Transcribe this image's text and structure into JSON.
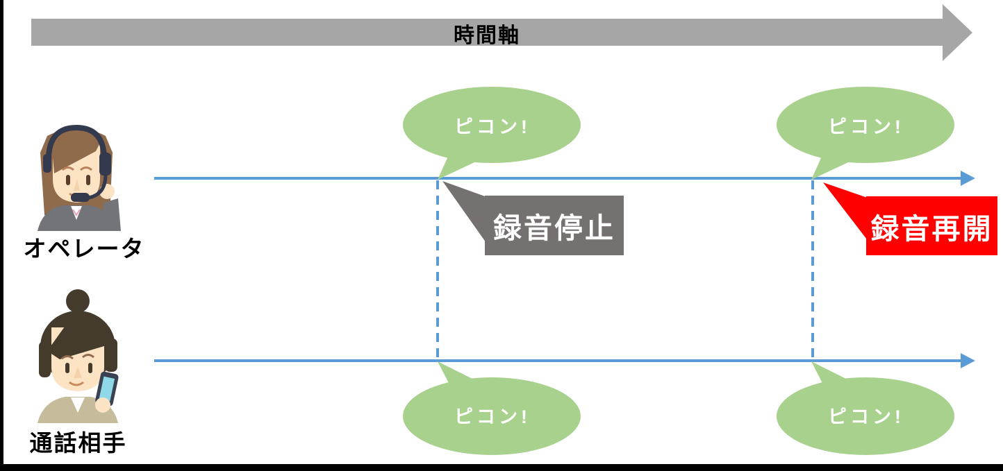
{
  "time_axis": {
    "label": "時間軸"
  },
  "actors": [
    {
      "id": "operator",
      "label": "オペレータ"
    },
    {
      "id": "callee",
      "label": "通話相手"
    }
  ],
  "bubbles": [
    {
      "position": "operator-timeline-event-1",
      "text": "ピコン!"
    },
    {
      "position": "operator-timeline-event-2",
      "text": "ピコン!"
    },
    {
      "position": "callee-timeline-event-1",
      "text": "ピコン!"
    },
    {
      "position": "callee-timeline-event-2",
      "text": "ピコン!"
    }
  ],
  "callouts": [
    {
      "id": "recording-stop",
      "label": "録音停止",
      "color": "#767171"
    },
    {
      "id": "recording-resume",
      "label": "録音再開",
      "color": "#FF0000"
    }
  ],
  "colors": {
    "timeline_blue": "#5B9BD5",
    "bubble_green": "#A9D18E",
    "axis_arrow_gray": "#A6A6A6",
    "callout_gray": "#767171",
    "callout_red": "#FF0000",
    "frame_black": "#000000"
  }
}
